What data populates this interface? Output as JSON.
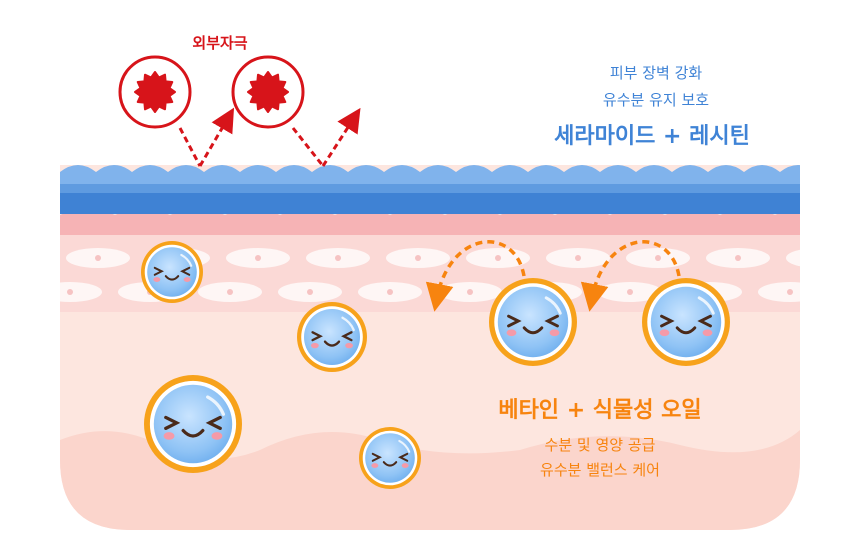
{
  "irritant": {
    "label": "외부자극",
    "color": "#d7141a"
  },
  "barrier": {
    "line1": "피부 장벽 강화",
    "line2": "유수분 유지 보호",
    "title": "세라마이드 + 레시틴",
    "color": "#3f83d6"
  },
  "nutrition": {
    "title": "베타인 + 식물성 오일",
    "line1": "수분 및 영양 공급",
    "line2": "유수분 밸런스 케어",
    "color": "#f7840f"
  },
  "icons": {
    "irritant": "germ-icon",
    "droplet": "smiling-droplet-icon"
  }
}
